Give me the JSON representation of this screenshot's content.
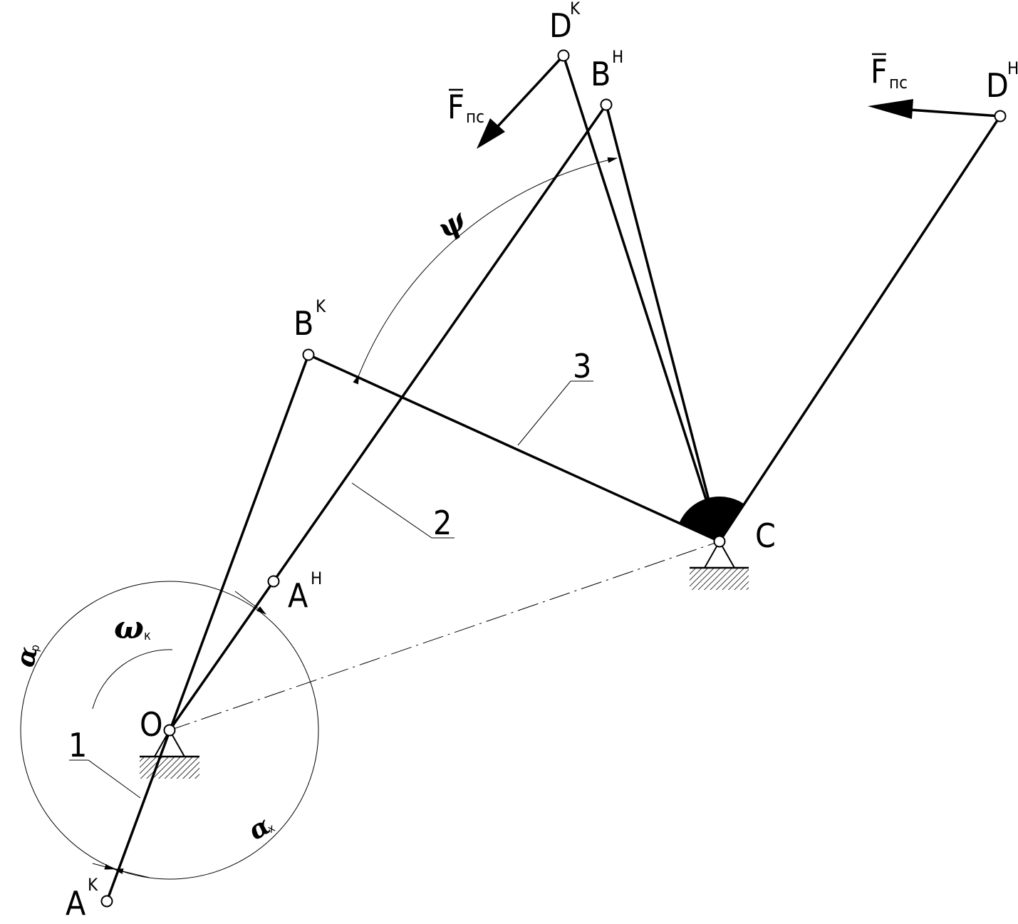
{
  "points": {
    "O": {
      "base": "O",
      "sup": ""
    },
    "C": {
      "base": "C",
      "sup": ""
    },
    "A_k": {
      "base": "A",
      "sup": "K"
    },
    "A_n": {
      "base": "A",
      "sup": "H"
    },
    "B_k": {
      "base": "B",
      "sup": "K"
    },
    "B_n": {
      "base": "B",
      "sup": "H"
    },
    "D_k": {
      "base": "D",
      "sup": "K"
    },
    "D_n": {
      "base": "D",
      "sup": "H"
    }
  },
  "links": {
    "link1": "1",
    "link2": "2",
    "link3": "3"
  },
  "forces": {
    "force_k": {
      "base": "F",
      "sub": "пс"
    },
    "force_n": {
      "base": "F",
      "sub": "пс"
    }
  },
  "angles": {
    "psi": "ψ",
    "omega": {
      "base": "ω",
      "sub": "к"
    },
    "alpha_p": {
      "base": "α",
      "sub": "р"
    },
    "alpha_x": {
      "base": "α",
      "sub": "х"
    }
  },
  "colors": {
    "ink": "#000000",
    "background": "#ffffff"
  }
}
